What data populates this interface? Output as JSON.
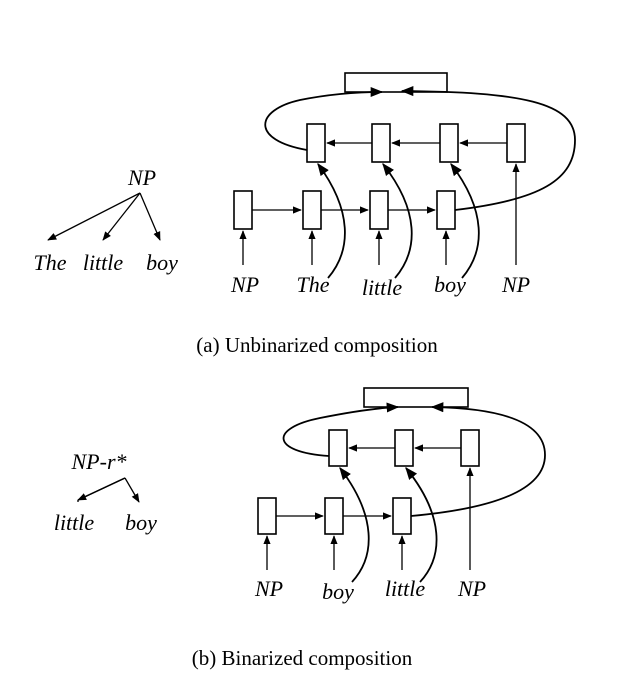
{
  "panel_a": {
    "tree": {
      "root": "NP",
      "leaves": [
        "The",
        "little",
        "boy"
      ]
    },
    "inputs": [
      "NP",
      "The",
      "little",
      "boy",
      "NP"
    ],
    "caption": "(a) Unbinarized composition"
  },
  "panel_b": {
    "tree": {
      "root": "NP-r*",
      "leaves": [
        "little",
        "boy"
      ]
    },
    "inputs": [
      "NP",
      "boy",
      "little",
      "NP"
    ],
    "caption": "(b) Binarized composition"
  }
}
